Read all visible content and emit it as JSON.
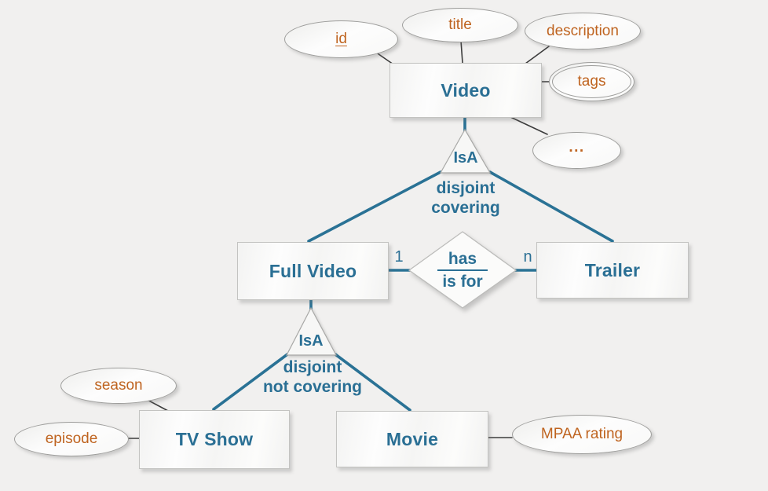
{
  "entities": {
    "video": {
      "label": "Video"
    },
    "full_video": {
      "label": "Full Video"
    },
    "trailer": {
      "label": "Trailer"
    },
    "tv_show": {
      "label": "TV Show"
    },
    "movie": {
      "label": "Movie"
    }
  },
  "attributes": {
    "id": {
      "label": "id",
      "key": true
    },
    "title": {
      "label": "title"
    },
    "description": {
      "label": "description"
    },
    "tags": {
      "label": "tags",
      "multivalued": true
    },
    "more": {
      "label": "..."
    },
    "season": {
      "label": "season"
    },
    "episode": {
      "label": "episode"
    },
    "mpaa_rating": {
      "label": "MPAA rating"
    }
  },
  "relationship": {
    "forward_label": "has",
    "reverse_label": "is for",
    "cardinality_left": "1",
    "cardinality_right": "n"
  },
  "specializations": {
    "video_isa": {
      "label": "IsA",
      "constraint_line1": "disjoint",
      "constraint_line2": "covering"
    },
    "full_video_isa": {
      "label": "IsA",
      "constraint_line1": "disjoint",
      "constraint_line2": "not covering"
    }
  },
  "colors": {
    "entity_text": "#2a6f94",
    "attribute_text": "#bf6420",
    "connector_blue": "#2a7295",
    "connector_dark": "#3c3c3c",
    "background": "#f1f0ef"
  }
}
